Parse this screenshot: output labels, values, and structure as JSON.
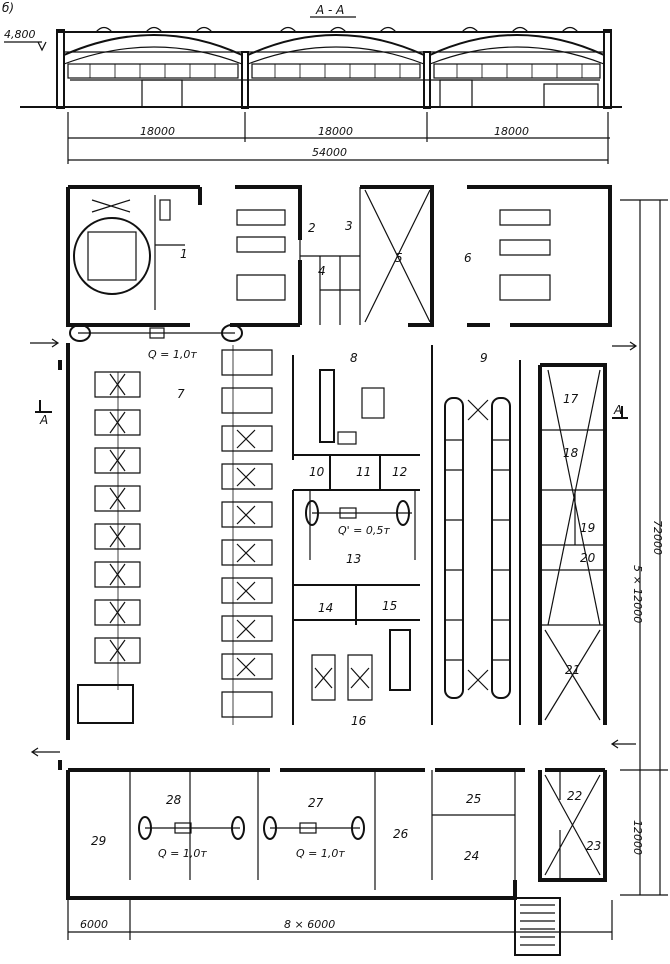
{
  "section": {
    "view_letter": "б)",
    "section_label": "A - A",
    "height_mark": "4,800",
    "spans": [
      "18000",
      "18000",
      "18000"
    ],
    "total": "54000"
  },
  "rooms": [
    "1",
    "2",
    "3",
    "4",
    "5",
    "6",
    "7",
    "8",
    "9",
    "10",
    "11",
    "12",
    "13",
    "14",
    "15",
    "16",
    "17",
    "18",
    "19",
    "20",
    "21",
    "22",
    "23",
    "24",
    "25",
    "26",
    "27",
    "28",
    "29"
  ],
  "cranes": {
    "main": "Q = 1,0т",
    "small": "Q' = 0,5т",
    "room28": "Q = 1,0т",
    "room27": "Q = 1,0т"
  },
  "section_marks": {
    "left": "A",
    "right": "A"
  },
  "dimensions": {
    "bottom_first": "6000",
    "bottom_rest": "8 × 6000",
    "right_bays": "5 × 12000",
    "right_total": "72000",
    "right_last": "12000"
  }
}
